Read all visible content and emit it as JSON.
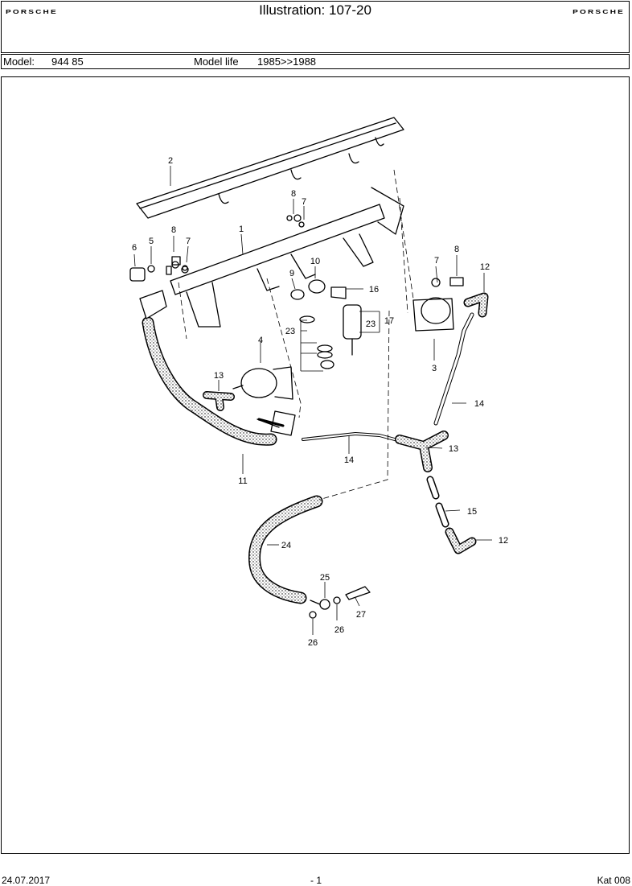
{
  "header": {
    "logo_left": "PORSCHE",
    "title": "Illustration: 107-20",
    "logo_right": "PORSCHE"
  },
  "model_bar": {
    "model_label": "Model:",
    "model_value": "944 85",
    "life_label": "Model life",
    "life_value": "1985>>1988"
  },
  "callouts": [
    "1",
    "2",
    "3",
    "4",
    "5",
    "6",
    "7",
    "7",
    "7",
    "8",
    "8",
    "8",
    "9",
    "10",
    "11",
    "12",
    "12",
    "13",
    "13",
    "14",
    "14",
    "15",
    "16",
    "17",
    "23",
    "23",
    "24",
    "25",
    "26",
    "26",
    "27"
  ],
  "footer": {
    "date": "24.07.2017",
    "page": "- 1",
    "catalog": "Kat 008"
  }
}
